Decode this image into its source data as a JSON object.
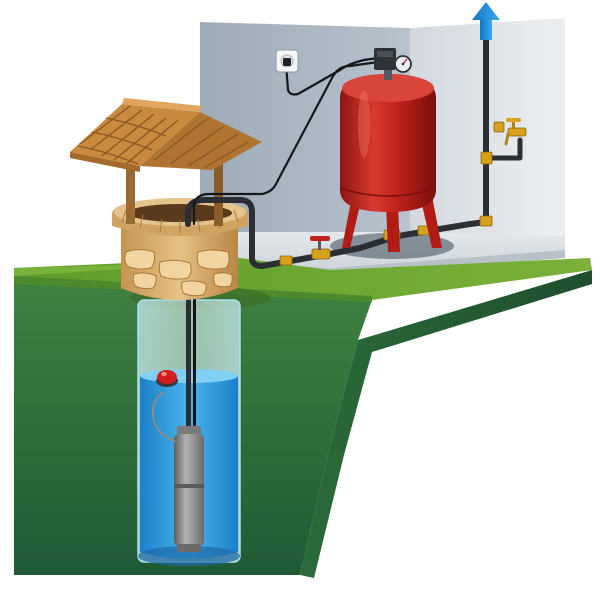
{
  "scene": {
    "kind": "well-water-supply-system",
    "components": [
      {
        "id": "electrical-socket",
        "icon": "power-socket-icon"
      },
      {
        "id": "pressure-switch",
        "icon": "pressure-switch-icon"
      },
      {
        "id": "pressure-gauge",
        "icon": "gauge-icon"
      },
      {
        "id": "pressure-tank",
        "icon": "pressure-tank-icon"
      },
      {
        "id": "outdoor-faucet",
        "icon": "faucet-icon"
      },
      {
        "id": "supply-outlet-arrow",
        "icon": "arrow-up-icon"
      },
      {
        "id": "check-valve",
        "icon": "valve-icon"
      },
      {
        "id": "shutoff-valve",
        "icon": "valve-handle-icon"
      },
      {
        "id": "well-roof",
        "icon": "roof-icon"
      },
      {
        "id": "stone-well",
        "icon": "well-icon"
      },
      {
        "id": "float-switch",
        "icon": "float-switch-icon"
      },
      {
        "id": "submersible-pump",
        "icon": "pump-icon"
      }
    ],
    "colors": {
      "wall": "#a9b5c0",
      "wall_side": "#dfe3e7",
      "grass": "#6aa32e",
      "soil": "#2f6a3e",
      "water": "#3aa8e6",
      "tank": "#c0211c",
      "pipe": "#2b2f33",
      "brass": "#d6a21e",
      "arrow": "#1d8fe0",
      "roof": "#d9a35c",
      "stone": "#d9b27a",
      "pump": "#8e8e8e"
    }
  }
}
